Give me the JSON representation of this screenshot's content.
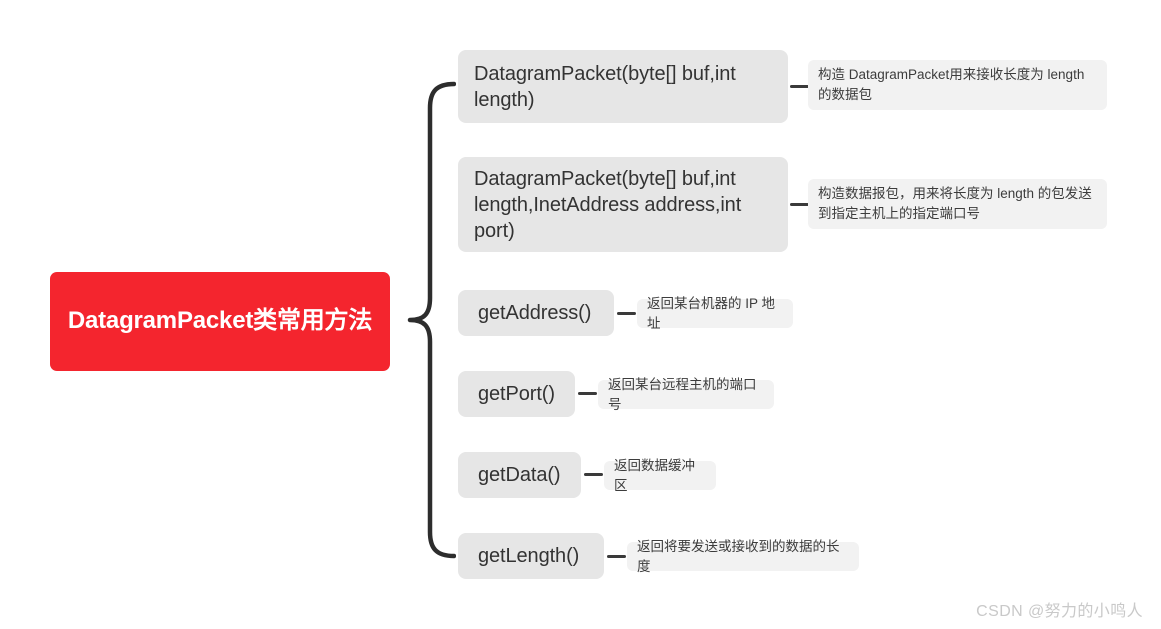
{
  "diagram": {
    "type": "mind-map",
    "root": {
      "label": "DatagramPacket类常用方法",
      "color": "#f4252e",
      "text_color": "#ffffff"
    },
    "connector": {
      "style": "curly-brace",
      "color": "#2d2d2d"
    },
    "branches": [
      {
        "method": "DatagramPacket(byte[] buf,int length)",
        "note": "构造 DatagramPacket用来接收长度为 length 的数据包"
      },
      {
        "method": "DatagramPacket(byte[] buf,int length,InetAddress address,int port)",
        "note": "构造数据报包，用来将长度为 length 的包发送到指定主机上的指定端口号"
      },
      {
        "method": "getAddress()",
        "note": "返回某台机器的 IP 地址"
      },
      {
        "method": "getPort()",
        "note": "返回某台远程主机的端口号"
      },
      {
        "method": "getData()",
        "note": "返回数据缓冲区"
      },
      {
        "method": "getLength()",
        "note": "返回将要发送或接收到的数据的长度"
      }
    ],
    "node_style": {
      "box_color": "#e6e6e6",
      "note_color": "#f2f2f2",
      "text_color": "#333333"
    }
  },
  "watermark": {
    "text": "CSDN @努力的小鸣人"
  }
}
